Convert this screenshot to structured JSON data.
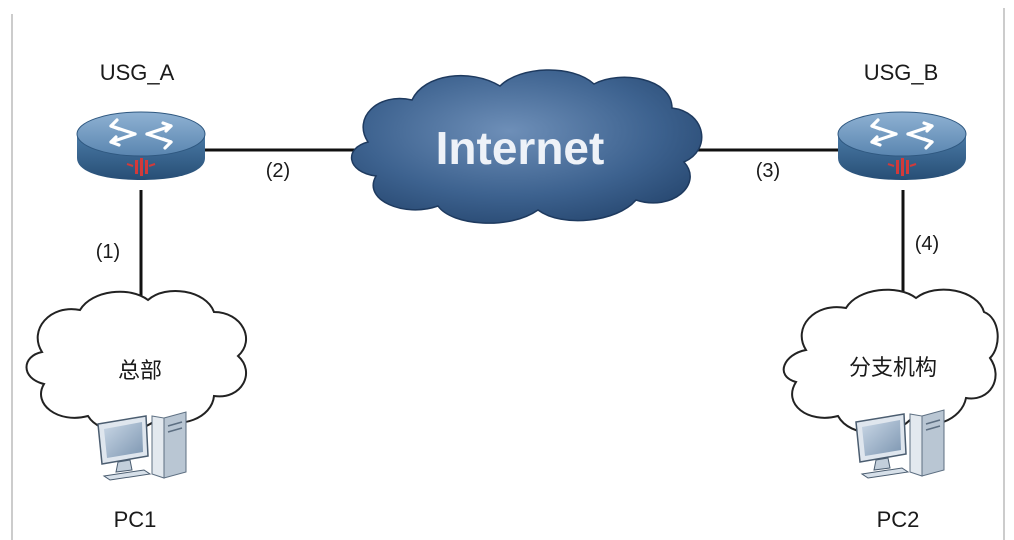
{
  "devices": {
    "usg_a": {
      "label": "USG_A"
    },
    "usg_b": {
      "label": "USG_B"
    }
  },
  "internet": {
    "label": "Internet"
  },
  "links": {
    "link1": "(1)",
    "link2": "(2)",
    "link3": "(3)",
    "link4": "(4)"
  },
  "sites": {
    "headquarters": "总部",
    "branch": "分支机构"
  },
  "hosts": {
    "pc1": "PC1",
    "pc2": "PC2"
  },
  "colors": {
    "router_body": "#3f6f9a",
    "cloud_fill": "#3a5f8e",
    "port_red": "#d23a3a"
  }
}
